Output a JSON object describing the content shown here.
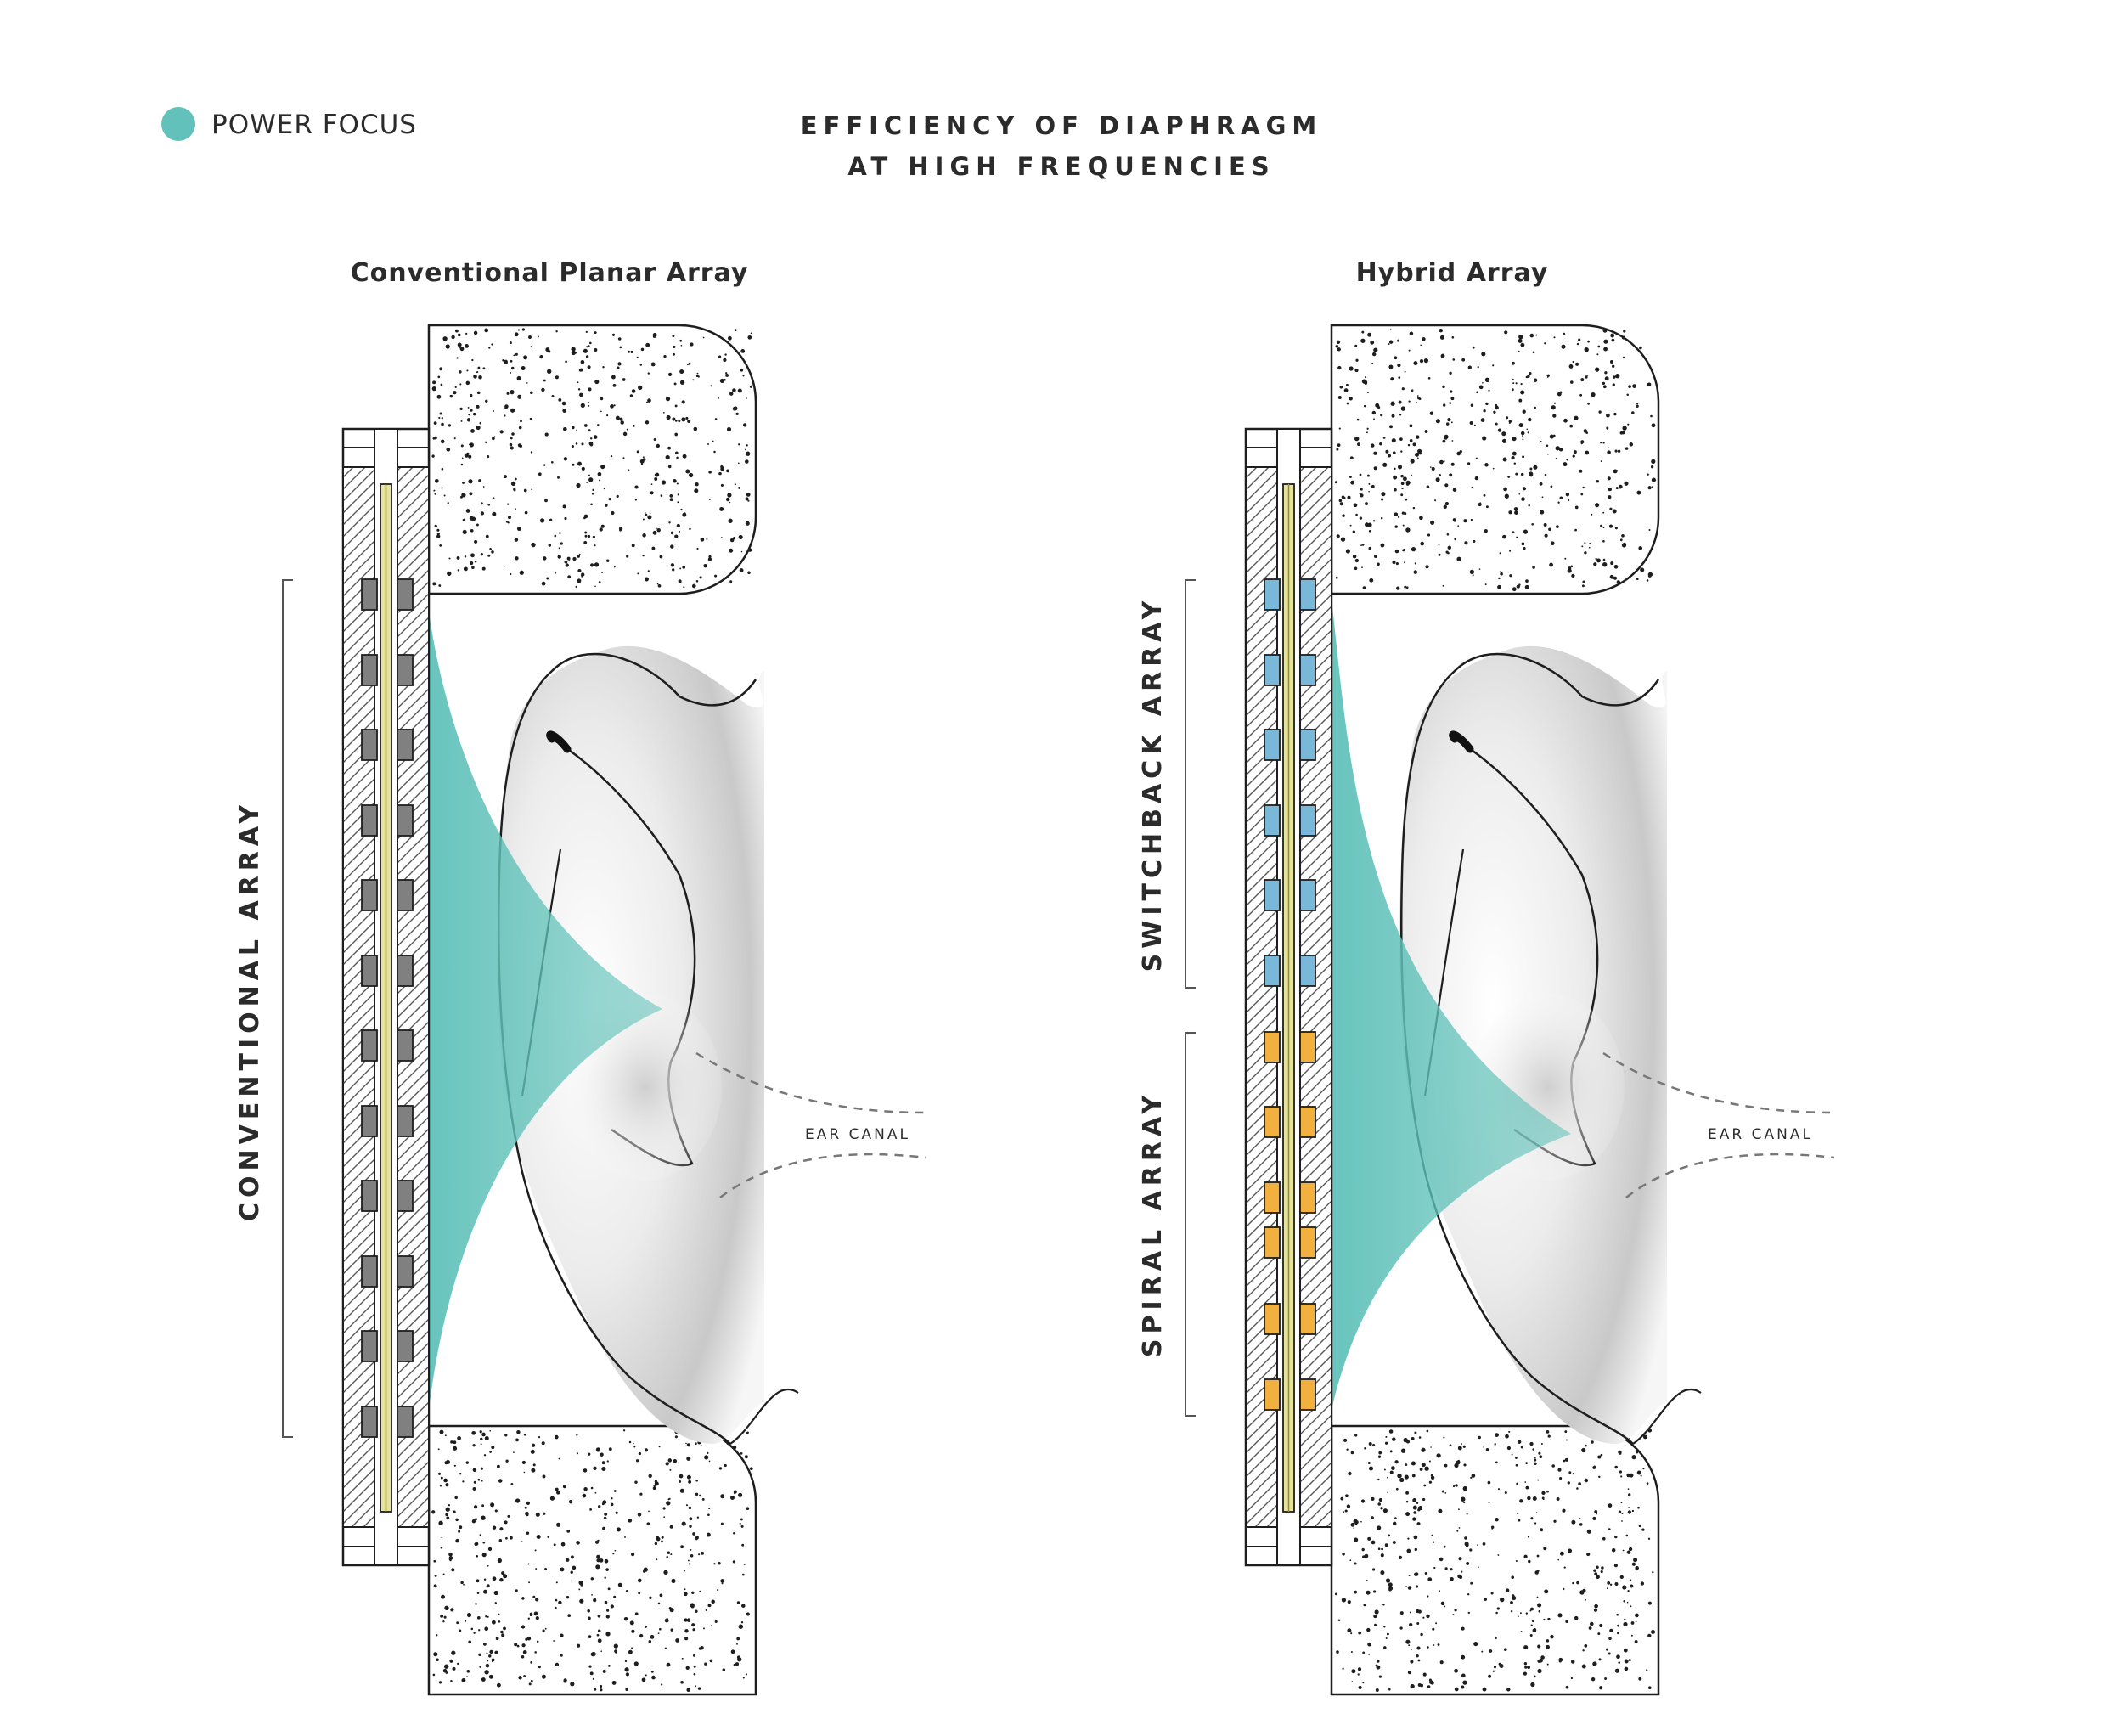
{
  "legend": {
    "label": "POWER FOCUS",
    "color": "#62c2bb"
  },
  "title": {
    "line1": "EFFICIENCY OF DIAPHRAGM",
    "line2": "AT HIGH FREQUENCIES"
  },
  "panels": [
    {
      "title": "Conventional Planar Array",
      "side_labels": [
        "CONVENTIONAL ARRAY"
      ],
      "ear_label": "EAR CANAL",
      "magnet_color": "#808080"
    },
    {
      "title": "Hybrid Array",
      "side_labels": [
        "SWITCHBACK ARRAY",
        "SPIRAL ARRAY"
      ],
      "ear_label": "EAR CANAL",
      "switchback_color": "#7ab8d9",
      "spiral_color": "#f2b13f"
    }
  ],
  "colors": {
    "beam": "#62c2bb",
    "line": "#1e1e1e",
    "coil": "#e6e39a",
    "text": "#2b2b2b"
  }
}
